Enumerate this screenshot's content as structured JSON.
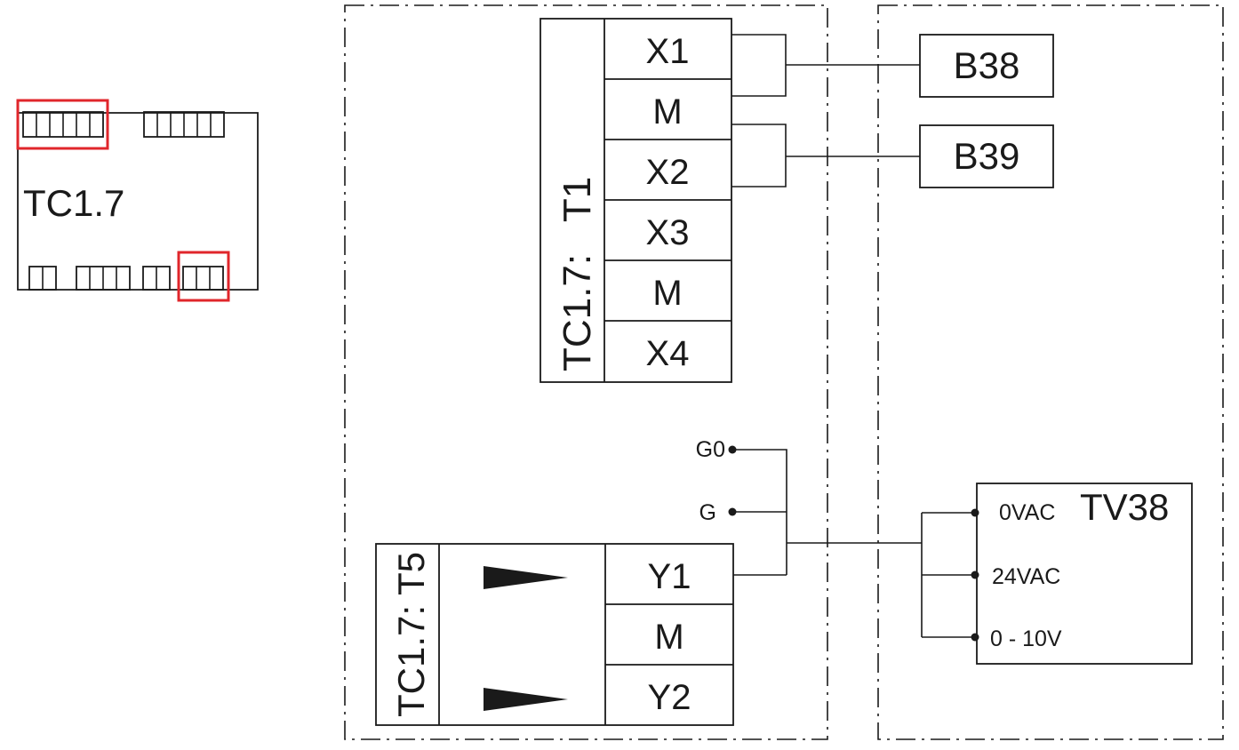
{
  "colors": {
    "line": "#1a1a1a",
    "highlight": "#e0262b"
  },
  "overview": {
    "title": "TC1.7"
  },
  "t1_block": {
    "title": "TC1.7:   T1",
    "terminals": [
      "X1",
      "M",
      "X2",
      "X3",
      "M",
      "X4"
    ]
  },
  "sensors": {
    "b38": "B38",
    "b39": "B39"
  },
  "supply": {
    "g0": "G0",
    "g": "G"
  },
  "t5_block": {
    "title": "TC1.7: T5",
    "terminals": [
      "Y1",
      "M",
      "Y2"
    ]
  },
  "actuator": {
    "title": "TV38",
    "pins": [
      "0VAC",
      "24VAC",
      "0 - 10V"
    ]
  }
}
